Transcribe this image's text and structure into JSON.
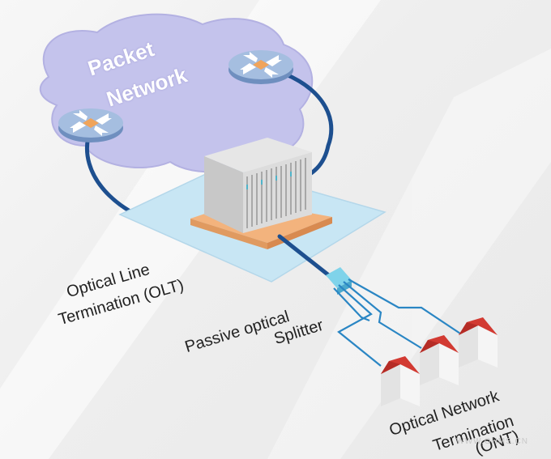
{
  "cloud": {
    "line1": "Packet",
    "line2": "Network"
  },
  "labels": {
    "olt_line1": "Optical Line",
    "olt_line2": "Termination (OLT)",
    "splitter_line1": "Passive optical",
    "splitter_line2": "Splitter",
    "ont_line1": "Optical Network",
    "ont_line2": "Termination",
    "ont_line3": "(ONT)"
  },
  "watermark": "WWW.OHMS.CN",
  "colors": {
    "cloud": "#c4c3ec",
    "ring": "#1d4f8f",
    "fiber": "#2a86c4",
    "platform": "#c8e6f4",
    "platform_base": "#f3b37d",
    "roof": "#d23a32",
    "house_wall": "#f1f1f1",
    "router_body": "#9fb9dd",
    "router_arrow": "#f0a45b"
  }
}
